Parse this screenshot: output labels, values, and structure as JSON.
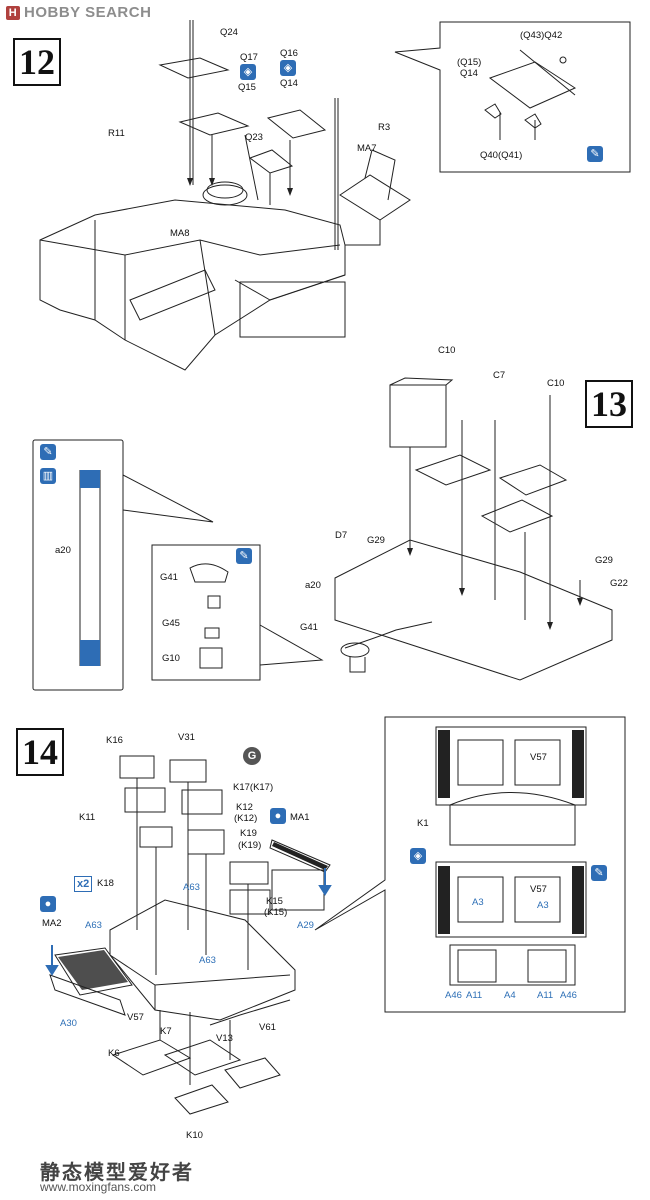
{
  "header": {
    "logo_text": "HOBBY SEARCH",
    "logo_icon": "H"
  },
  "steps": [
    {
      "number": "12"
    },
    {
      "number": "13"
    },
    {
      "number": "14"
    }
  ],
  "step12_labels": {
    "q24": "Q24",
    "q17": "Q17",
    "q16": "Q16",
    "q15": "Q15",
    "q14": "Q14",
    "r11": "R11",
    "q23": "Q23",
    "r3": "R3",
    "ma7": "MA7",
    "ma8": "MA8"
  },
  "step12_inset_labels": {
    "q43q42": "(Q43)Q42",
    "q15p": "(Q15)",
    "q14": "Q14",
    "q40q41": "Q40(Q41)"
  },
  "step13_labels": {
    "c10a": "C10",
    "c7": "C7",
    "c10b": "C10",
    "d7": "D7",
    "g29a": "G29",
    "g29b": "G29",
    "g22": "G22",
    "a20": "a20",
    "g41": "G41"
  },
  "step13_inset_left": {
    "a20": "a20"
  },
  "step13_inset_mid": {
    "g41": "G41",
    "g45": "G45",
    "g10": "G10"
  },
  "step14_labels": {
    "k16": "K16",
    "v31": "V31",
    "k17": "K17(K17)",
    "k11": "K11",
    "k12": "K12",
    "k12p": "(K12)",
    "ma1": "MA1",
    "k19": "K19",
    "k19p": "(K19)",
    "k18": "K18",
    "a63a": "A63",
    "a63b": "A63",
    "a63c": "A63",
    "ma2": "MA2",
    "k15": "K15",
    "k15p": "(K15)",
    "a29": "A29",
    "a30": "A30",
    "v57": "V57",
    "k7": "K7",
    "v13": "V13",
    "v61": "V61",
    "k6": "K6",
    "k10": "K10",
    "g": "G",
    "x2": "x2"
  },
  "step14_inset_labels": {
    "v57a": "V57",
    "k1": "K1",
    "v57b": "V57",
    "a3a": "A3",
    "a3b": "A3",
    "a46a": "A46",
    "a11a": "A11",
    "a4": "A4",
    "a11b": "A11",
    "a46b": "A46"
  },
  "footer": {
    "cn_text": "静态模型爱好者",
    "url": "www.moxingfans.com"
  },
  "colors": {
    "blue": "#2e6db5",
    "label_blue": "#2d6fb6",
    "line": "#222222"
  }
}
